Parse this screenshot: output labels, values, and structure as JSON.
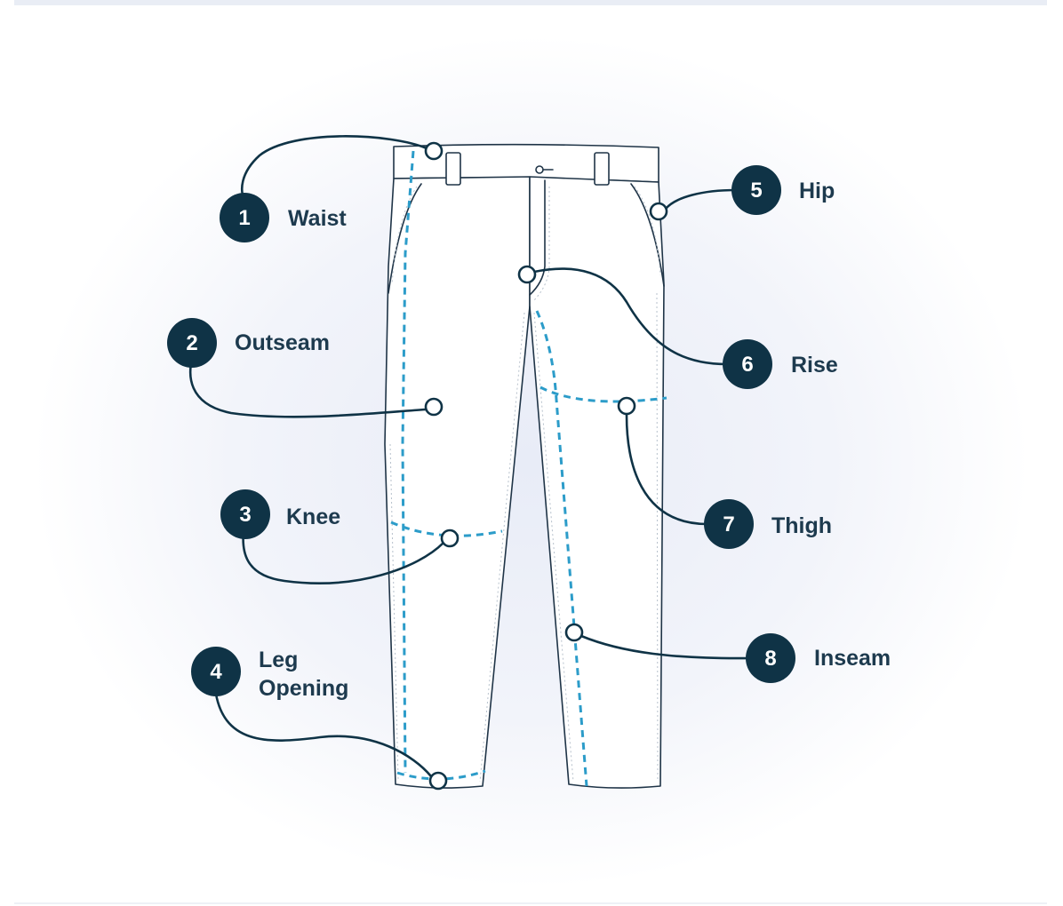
{
  "colors": {
    "navy": "#0f3346",
    "dashed_blue": "#2c9cc9",
    "outline": "#1f3447",
    "label_text": "#1d3a4e",
    "glow": "#e8ecf7"
  },
  "measurements": [
    {
      "number": "1",
      "label": "Waist"
    },
    {
      "number": "2",
      "label": "Outseam"
    },
    {
      "number": "3",
      "label": "Knee"
    },
    {
      "number": "4",
      "label": "Leg",
      "label_line2": "Opening"
    },
    {
      "number": "5",
      "label": "Hip"
    },
    {
      "number": "6",
      "label": "Rise"
    },
    {
      "number": "7",
      "label": "Thigh"
    },
    {
      "number": "8",
      "label": "Inseam"
    }
  ]
}
